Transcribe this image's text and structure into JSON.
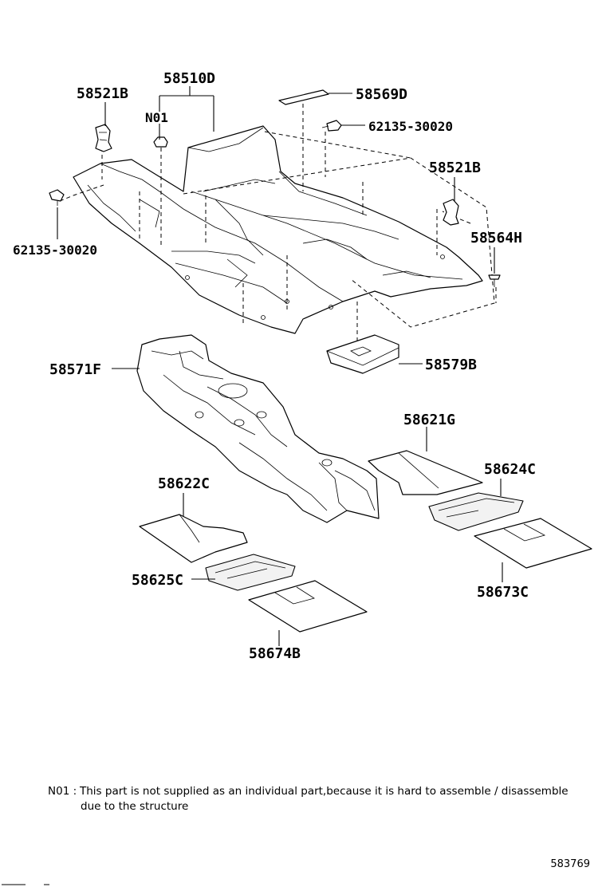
{
  "labels": {
    "l_58510D": "58510D",
    "l_58521B_left": "58521B",
    "l_N01": "N01",
    "l_58569D": "58569D",
    "l_62135_right": "62135-30020",
    "l_58521B_right": "58521B",
    "l_62135_left": "62135-30020",
    "l_58564H": "58564H",
    "l_58571F": "58571F",
    "l_58579B": "58579B",
    "l_58621G": "58621G",
    "l_58624C": "58624C",
    "l_58622C": "58622C",
    "l_58625C": "58625C",
    "l_58673C": "58673C",
    "l_58674B": "58674B"
  },
  "note": {
    "code": "N01 :",
    "line1": "This part is not supplied as an individual part,because it is hard to assemble / disassemble",
    "line2": "due to the structure"
  },
  "doc_id": "583769"
}
